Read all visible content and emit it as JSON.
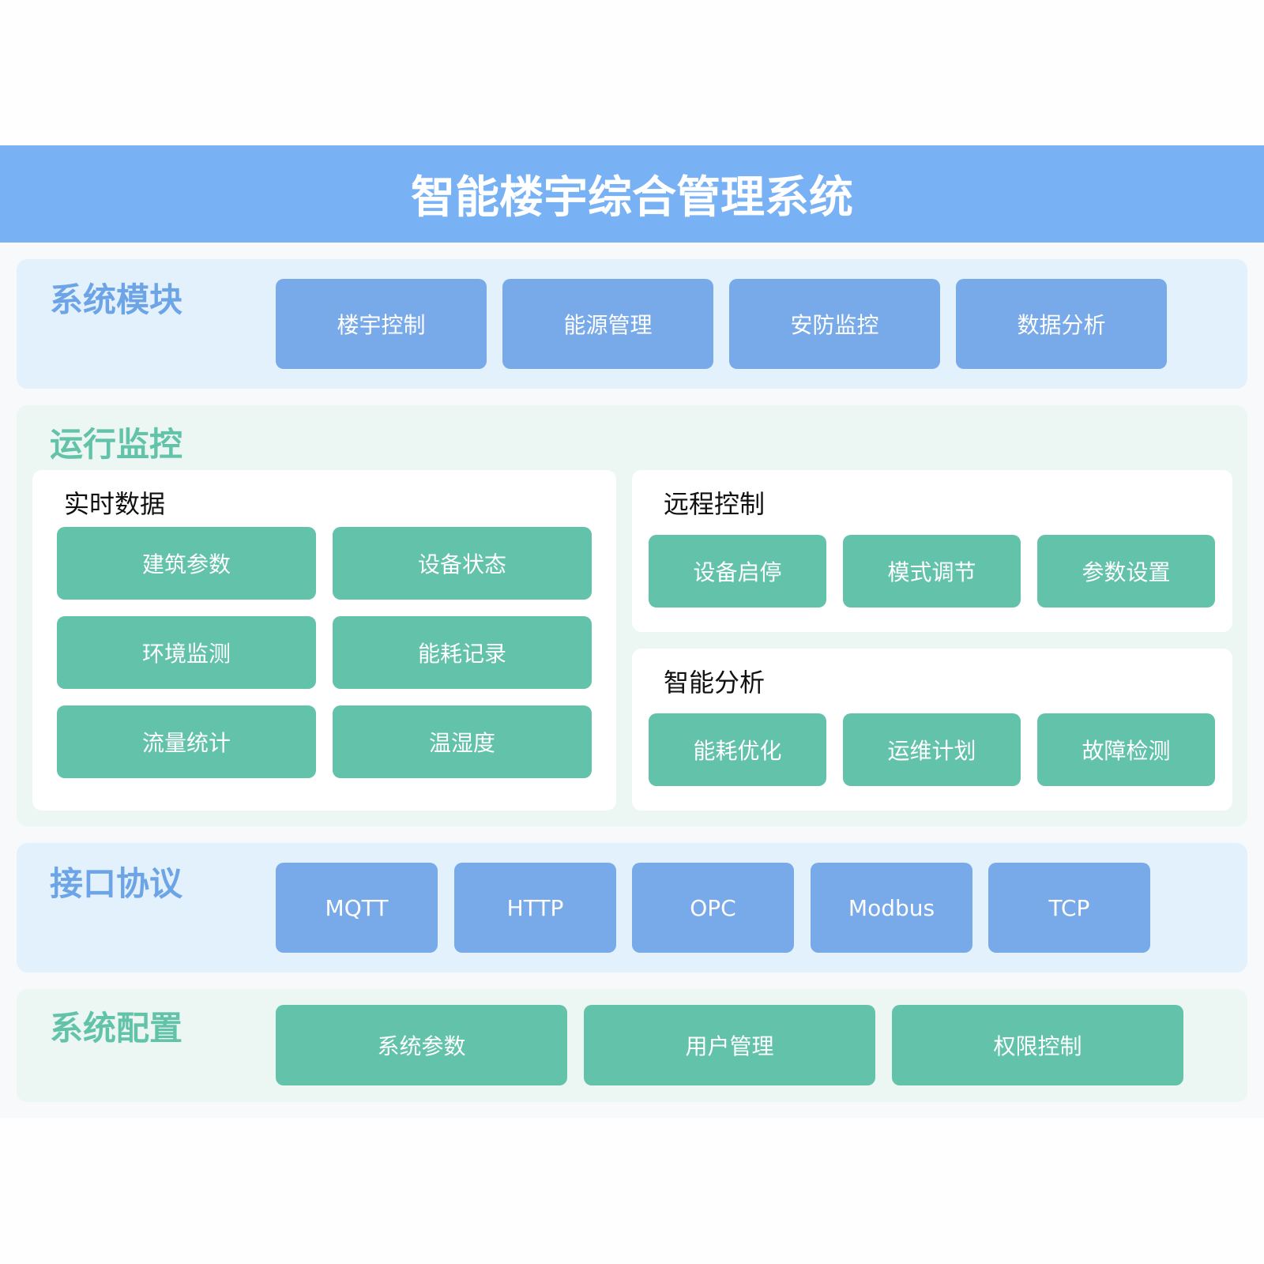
{
  "title": "智能楼宇综合管理系统",
  "sections": {
    "modules": {
      "title": "系统模块",
      "items": [
        "楼宇控制",
        "能源管理",
        "安防监控",
        "数据分析"
      ]
    },
    "monitoring": {
      "title": "运行监控",
      "realtime": {
        "title": "实时数据",
        "items": [
          "建筑参数",
          "设备状态",
          "环境监测",
          "能耗记录",
          "流量统计",
          "温湿度"
        ]
      },
      "remote": {
        "title": "远程控制",
        "items": [
          "设备启停",
          "模式调节",
          "参数设置"
        ]
      },
      "analysis": {
        "title": "智能分析",
        "items": [
          "能耗优化",
          "运维计划",
          "故障检测"
        ]
      }
    },
    "protocols": {
      "title": "接口协议",
      "items": [
        "MQTT",
        "HTTP",
        "OPC",
        "Modbus",
        "TCP"
      ]
    },
    "config": {
      "title": "系统配置",
      "items": [
        "系统参数",
        "用户管理",
        "权限控制"
      ]
    }
  }
}
